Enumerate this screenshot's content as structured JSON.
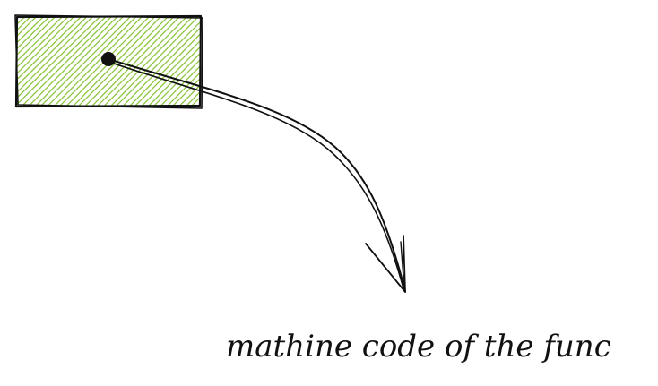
{
  "colors": {
    "stroke": "#111111",
    "hatch": "#8cc63f",
    "background": "#ffffff"
  },
  "diagram": {
    "box": {
      "fill_style": "hatched"
    },
    "pointer": {
      "style": "hand-drawn-arrow"
    },
    "label": {
      "text": "mathine code of the func"
    }
  }
}
